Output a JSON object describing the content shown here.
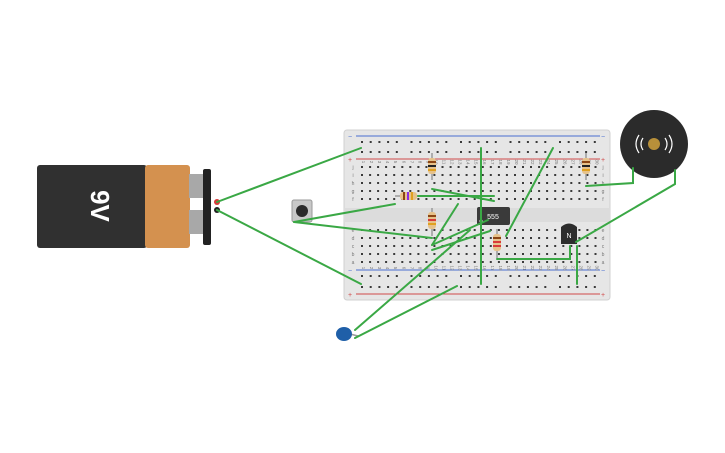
{
  "battery": {
    "label": "9V",
    "body_color": "#303030",
    "cap_color": "#d4914f"
  },
  "ic": {
    "label": "555",
    "color": "#3a3a3a"
  },
  "transistor": {
    "label": "N",
    "color": "#2d2d2d"
  },
  "buzzer": {
    "icon": "sound-wave-icon",
    "color": "#2b2b2b",
    "center_color": "#b8903a"
  },
  "pushbutton": {
    "icon": "push-button-icon"
  },
  "capacitor": {
    "color": "#1f5fa8"
  },
  "wire_color": "#3aa845",
  "breadboard": {
    "body_color": "#e8e8e8",
    "top_rail_signs": [
      "−",
      "+"
    ],
    "bottom_rail_signs": [
      "−",
      "+"
    ],
    "row_letters_top": [
      "j",
      "i",
      "h",
      "g",
      "f"
    ],
    "row_letters_bottom": [
      "e",
      "d",
      "c",
      "b",
      "a"
    ],
    "column_numbers": [
      "1",
      "2",
      "3",
      "4",
      "5",
      "6",
      "7",
      "8",
      "9",
      "10",
      "11",
      "12",
      "13",
      "14",
      "15",
      "16",
      "17",
      "18",
      "19",
      "20",
      "21",
      "22",
      "23",
      "24",
      "25",
      "26",
      "27",
      "28",
      "29",
      "30"
    ]
  }
}
